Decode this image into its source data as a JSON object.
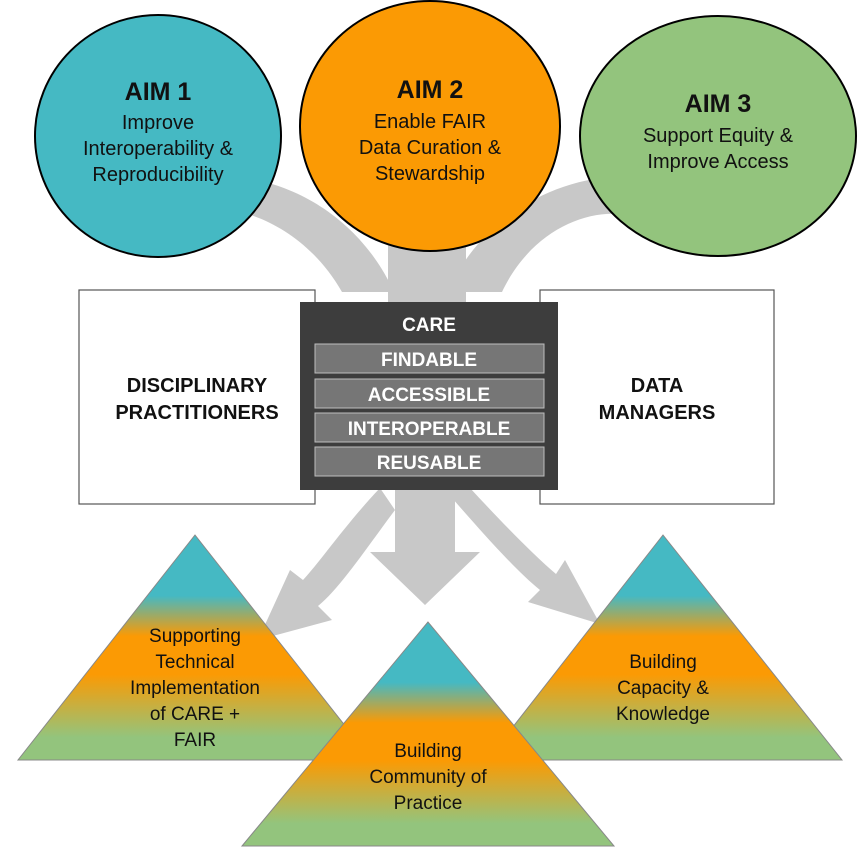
{
  "aims": [
    {
      "title": "AIM 1",
      "lines": [
        "Improve",
        "Interoperability &",
        "Reproducibility"
      ],
      "color": "#45b9c3"
    },
    {
      "title": "AIM 2",
      "lines": [
        "Enable FAIR",
        "Data Curation &",
        "Stewardship"
      ],
      "color": "#fb9a04"
    },
    {
      "title": "AIM 3",
      "lines": [
        "Support Equity &",
        "Improve Access"
      ],
      "color": "#93c47d"
    }
  ],
  "left_box": {
    "lines": [
      "DISCIPLINARY",
      "PRACTITIONERS"
    ]
  },
  "right_box": {
    "lines": [
      "DATA",
      "MANAGERS"
    ]
  },
  "core": {
    "header": "CARE",
    "bars": [
      "FINDABLE",
      "ACCESSIBLE",
      "INTEROPERABLE",
      "REUSABLE"
    ],
    "bg_color": "#3d3d3d",
    "bar_color": "#767676"
  },
  "pyramids": [
    {
      "lines": [
        "Supporting",
        "Technical",
        "Implementation",
        "of CARE +",
        "FAIR"
      ]
    },
    {
      "lines": [
        "Building",
        "Community of",
        "Practice"
      ]
    },
    {
      "lines": [
        "Building",
        "Capacity &",
        "Knowledge"
      ]
    }
  ],
  "colors": {
    "arrow": "#c8c8c8",
    "teal": "#45b9c3",
    "orange": "#fb9a04",
    "green": "#93c47d"
  }
}
